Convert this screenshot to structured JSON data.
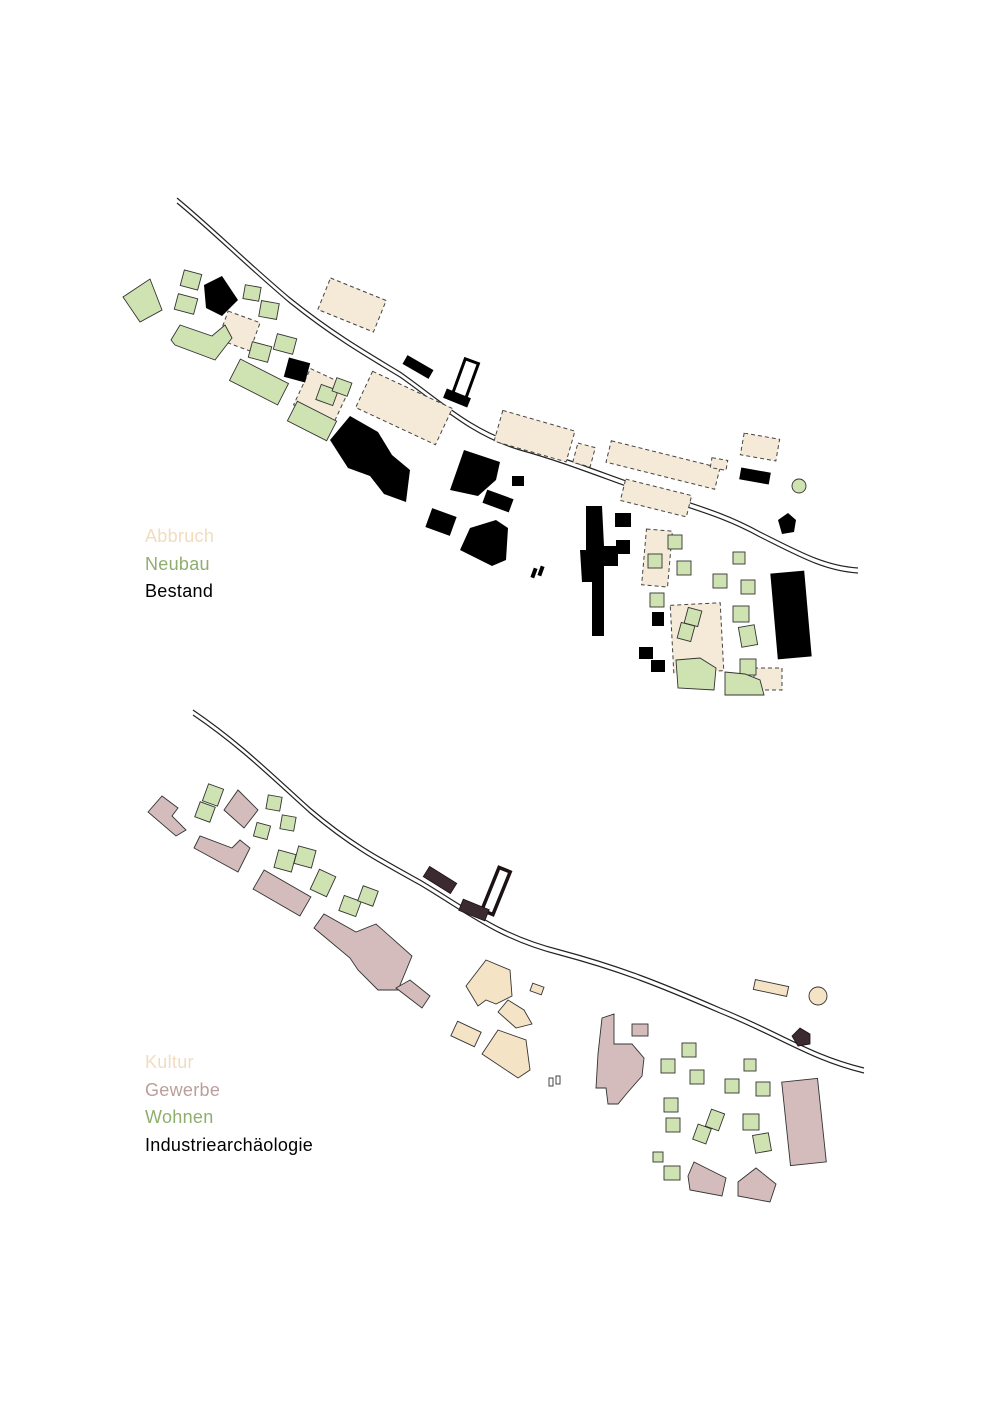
{
  "colors": {
    "abbruch": "#f5e9d8",
    "neubau": "#cfe3b2",
    "bestand": "#000000",
    "kultur": "#f5e3c6",
    "gewerbe": "#d4bcbc",
    "wohnen": "#cfe3b2",
    "industriearchaeologie": "#3b2b30",
    "outline": "#3a3a3a",
    "legend_abbruch": "#f1dcc0",
    "legend_neubau": "#8fae6e",
    "legend_kultur": "#f1dcc0",
    "legend_gewerbe": "#bb9e9c",
    "legend_wohnen": "#8fae6e",
    "legend_bestand": "#000000",
    "legend_industriearchaeologie": "#000000"
  },
  "legend_top": {
    "abbruch": "Abbruch",
    "neubau": "Neubau",
    "bestand": "Bestand"
  },
  "legend_bottom": {
    "kultur": "Kultur",
    "gewerbe": "Gewerbe",
    "wohnen": "Wohnen",
    "industriearchaeologie": "Industriearchäologie"
  }
}
